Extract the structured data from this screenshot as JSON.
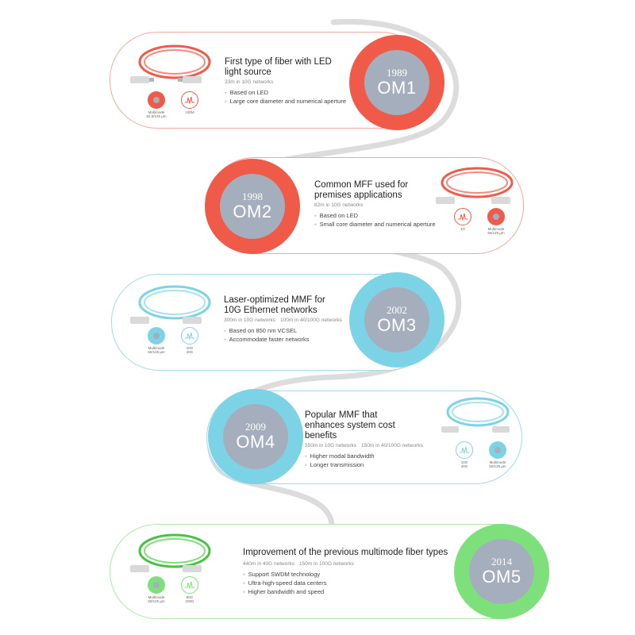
{
  "colors": {
    "om1": "#f05a48",
    "om2": "#f05a48",
    "om3": "#7dd3e6",
    "om4": "#7dd3e6",
    "om5": "#7ee07a",
    "connector": "#d9d9d9",
    "badge_inner": "#a5aebd"
  },
  "stages": [
    {
      "year": "1989",
      "name": "OM1",
      "title": "First type of fiber with LED light source",
      "notes": [
        "33m in 10G networks"
      ],
      "bullets": [
        "Based on LED",
        "Large core diameter and numerical aperture"
      ],
      "icons": [
        {
          "icon": "multimode-core-icon",
          "label": "Multimode\n62.5/125 µm"
        },
        {
          "icon": "bandwidth-wave-icon",
          "label": "100M"
        }
      ]
    },
    {
      "year": "1998",
      "name": "OM2",
      "title": "Common MFF used for premises applications",
      "notes": [
        "82m in 10G networks"
      ],
      "bullets": [
        "Based on LED",
        "Small core diameter and numerical aperture"
      ],
      "icons": [
        {
          "icon": "bandwidth-wave-icon",
          "label": "1G"
        },
        {
          "icon": "multimode-core-icon",
          "label": "Multimode\n50/125 µm"
        }
      ]
    },
    {
      "year": "2002",
      "name": "OM3",
      "title": "Laser-optimized MMF for 10G Ethernet networks",
      "notes": [
        "300m in 10G networks",
        "100m in 40/100G networks"
      ],
      "bullets": [
        "Based on 850 nm VCSEL",
        "Accommodate faster networks"
      ],
      "icons": [
        {
          "icon": "multimode-core-icon",
          "label": "Multimode\n50/125 µm"
        },
        {
          "icon": "bandwidth-wave-icon",
          "label": "10G\n40G"
        }
      ]
    },
    {
      "year": "2009",
      "name": "OM4",
      "title": "Popular MMF that enhances system cost benefits",
      "notes": [
        "550m in 10G networks",
        "150m in 40/100G networks"
      ],
      "bullets": [
        "Higher modal bandwidth",
        "Longer transmission"
      ],
      "icons": [
        {
          "icon": "bandwidth-wave-icon",
          "label": "10G\n40G"
        },
        {
          "icon": "multimode-core-icon",
          "label": "Multimode\n50/125 µm"
        }
      ]
    },
    {
      "year": "2014",
      "name": "OM5",
      "title": "Improvement of the previous multimode fiber types",
      "notes": [
        "440m in 40G networks",
        "150m in 100G networks"
      ],
      "bullets": [
        "Support SWDM technology",
        "Ultra-high-speed data centers",
        "Higher bandwidth and speed"
      ],
      "icons": [
        {
          "icon": "multimode-core-icon",
          "label": "Multimode\n50/125 µm"
        },
        {
          "icon": "bandwidth-wave-icon",
          "label": "80G\n100G"
        }
      ]
    }
  ]
}
